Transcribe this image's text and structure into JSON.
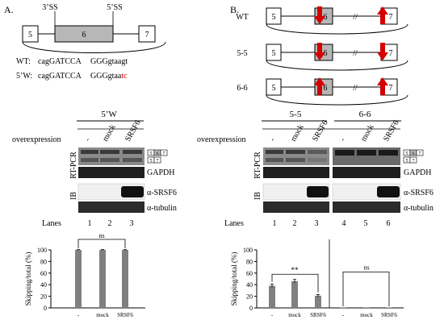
{
  "panel_a": {
    "label": "A.",
    "exon_left": "5",
    "exon_mid": "6",
    "exon_right": "7",
    "ss3": "3’SS",
    "ss5": "5’SS",
    "wt_label": "WT:",
    "wt_seq": "cagGATCCA",
    "wt_seq2": "GGGgtaagt",
    "mut_label": "5’W:",
    "mut_seq": "cagGATCCA",
    "mut_seq2_black": "GGGgtaa",
    "mut_seq2_red": "tc",
    "blot_title": "5’W",
    "overexpression": "overexpression",
    "lanes_label": "Lanes",
    "conditions": [
      "-",
      "mock",
      "SRSF6"
    ],
    "lanes": [
      "1",
      "2",
      "3"
    ],
    "rtpcr": "RT-PCR",
    "ib": "IB",
    "gapdh": "GAPDH",
    "srsf6_ab": "α-SRSF6",
    "tubulin_ab": "α-tubulin",
    "legend_inc": [
      "5",
      "6",
      "7"
    ],
    "legend_skip": [
      "5",
      "7"
    ]
  },
  "panel_b": {
    "label": "B.",
    "rows": [
      "WT",
      "5-5",
      "6-6"
    ],
    "exons": [
      "5",
      "6",
      "7"
    ],
    "break": "//",
    "group1": "5-5",
    "group2": "6-6",
    "overexpression": "overexpression",
    "lanes_label": "Lanes",
    "conditions": [
      "-",
      "mock",
      "SRSF6",
      "-",
      "mock",
      "SRSF6"
    ],
    "lanes": [
      "1",
      "2",
      "3",
      "4",
      "5",
      "6"
    ],
    "rtpcr": "RT-PCR",
    "ib": "IB",
    "gapdh": "GAPDH",
    "srsf6_ab": "α-SRSF6",
    "tubulin_ab": "α-tubulin",
    "legend_inc": [
      "5",
      "6",
      "7"
    ],
    "legend_skip": [
      "5",
      "7"
    ]
  },
  "chart_data": [
    {
      "type": "bar",
      "categories": [
        "-",
        "mock",
        "SRSF6"
      ],
      "values": [
        100,
        100,
        100
      ],
      "errors": [
        0.5,
        0.5,
        0.5
      ],
      "ylabel": "Skipping/total (%)",
      "yticks": [
        "0",
        "20",
        "40",
        "60",
        "80",
        "100"
      ],
      "ylim": [
        0,
        100
      ],
      "significance": "ns",
      "color": "#808080"
    },
    {
      "type": "bar",
      "groups": [
        {
          "categories": [
            "-",
            "mock",
            "SRSF6"
          ],
          "values": [
            38,
            46,
            21
          ],
          "errors": [
            3,
            3,
            2
          ],
          "significance": "**"
        },
        {
          "categories": [
            "-",
            "mock",
            "SRSF6"
          ],
          "values": [
            0.5,
            0.5,
            0.5
          ],
          "errors": [
            0,
            0,
            0
          ],
          "significance": "ns"
        }
      ],
      "ylabel": "Skipping/total (%)",
      "yticks": [
        "0",
        "20",
        "40",
        "60",
        "80",
        "100"
      ],
      "ylim": [
        0,
        100
      ],
      "color": "#808080"
    }
  ]
}
